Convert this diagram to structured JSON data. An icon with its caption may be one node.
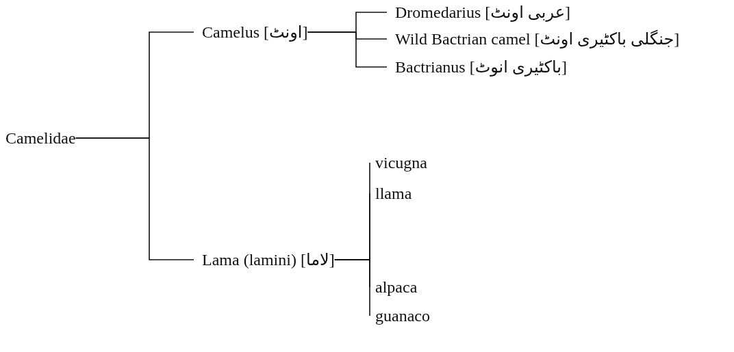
{
  "diagram": {
    "nodes": [
      {
        "text": [
          "Camelidae"
        ]
      },
      {
        "text": [
          "Camelus [اونٹ]"
        ]
      },
      {
        "text": [
          "Lama (lamini) [لاما]"
        ]
      },
      {
        "text": [
          "Dromedarius [عربی اونٹ]"
        ]
      },
      {
        "text": [
          "Wild Bactrian camel [جنگلی باکٹیری اونٹ]"
        ]
      },
      {
        "text": [
          "Bactrianus [باکٹیری انوٹ]"
        ]
      },
      {
        "text": [
          "vicugna"
        ]
      },
      {
        "text": [
          "llama"
        ]
      },
      {
        "text": [
          "alpaca"
        ]
      },
      {
        "text": [
          "guanaco"
        ]
      }
    ],
    "edges": [
      {
        "from": 0,
        "to": 1,
        "arrow": "none"
      },
      {
        "from": 0,
        "to": 2,
        "arrow": "none"
      },
      {
        "from": 1,
        "to": 3,
        "arrow": "none"
      },
      {
        "from": 1,
        "to": 4,
        "arrow": "none"
      },
      {
        "from": 1,
        "to": 5,
        "arrow": "none"
      },
      {
        "from": 2,
        "to": 6,
        "arrow": "none"
      },
      {
        "from": 2,
        "to": 7,
        "arrow": "none"
      },
      {
        "from": 2,
        "to": 8,
        "arrow": "none"
      },
      {
        "from": 2,
        "to": 9,
        "arrow": "none"
      }
    ]
  }
}
